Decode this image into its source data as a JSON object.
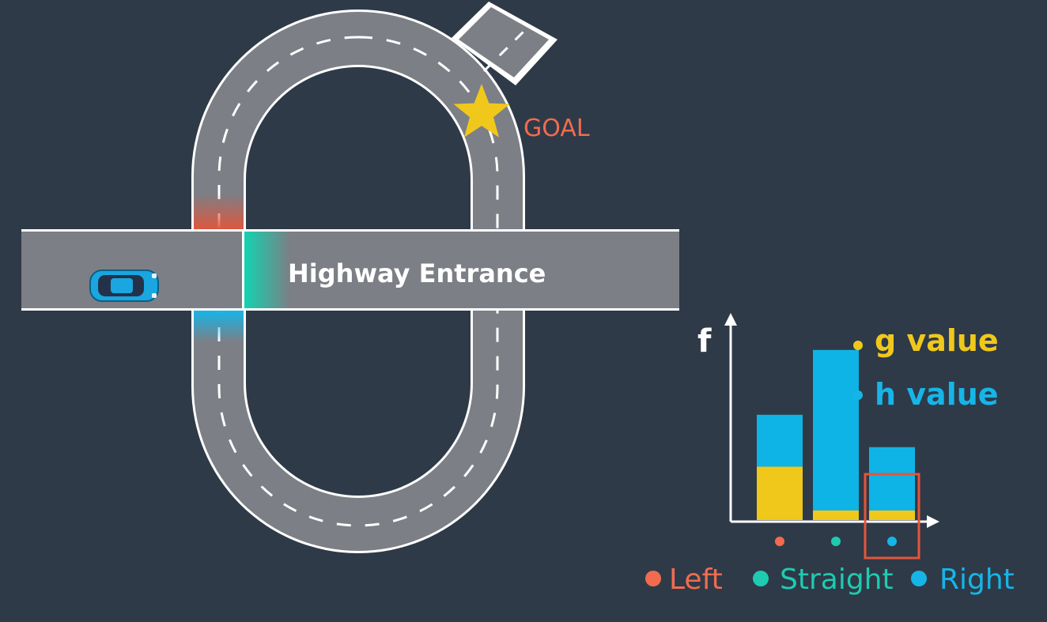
{
  "labels": {
    "goal": "GOAL",
    "road": "Highway Entrance",
    "f_axis": "f"
  },
  "legend": {
    "g": "g value",
    "h": "h value"
  },
  "actions": [
    {
      "key": "left",
      "label": "Left",
      "color": "#f26b4f"
    },
    {
      "key": "straight",
      "label": "Straight",
      "color": "#1ecbb0"
    },
    {
      "key": "right",
      "label": "Right",
      "color": "#16b5e8"
    }
  ],
  "chart_data": {
    "type": "bar",
    "categories": [
      "Left",
      "Straight",
      "Right"
    ],
    "stacked": true,
    "series": [
      {
        "name": "g value",
        "color": "#f0c81c",
        "values": [
          3.3,
          0.6,
          0.6
        ]
      },
      {
        "name": "h value",
        "color": "#0fb4e6",
        "values": [
          3.2,
          9.9,
          3.9
        ]
      }
    ],
    "selected_category": "Right",
    "xlabel": "",
    "ylabel": "f",
    "ylim": [
      0,
      12
    ]
  },
  "colors": {
    "background": "#2e3a48",
    "road": "#7c7f85",
    "road_edge": "#ffffff",
    "goal_star": "#f0c81c",
    "goal_text": "#f26b4f",
    "car": "#1aa6e0",
    "selection_box": "#e4553a"
  },
  "icons": {
    "goal": "star-icon",
    "vehicle": "car-icon"
  }
}
